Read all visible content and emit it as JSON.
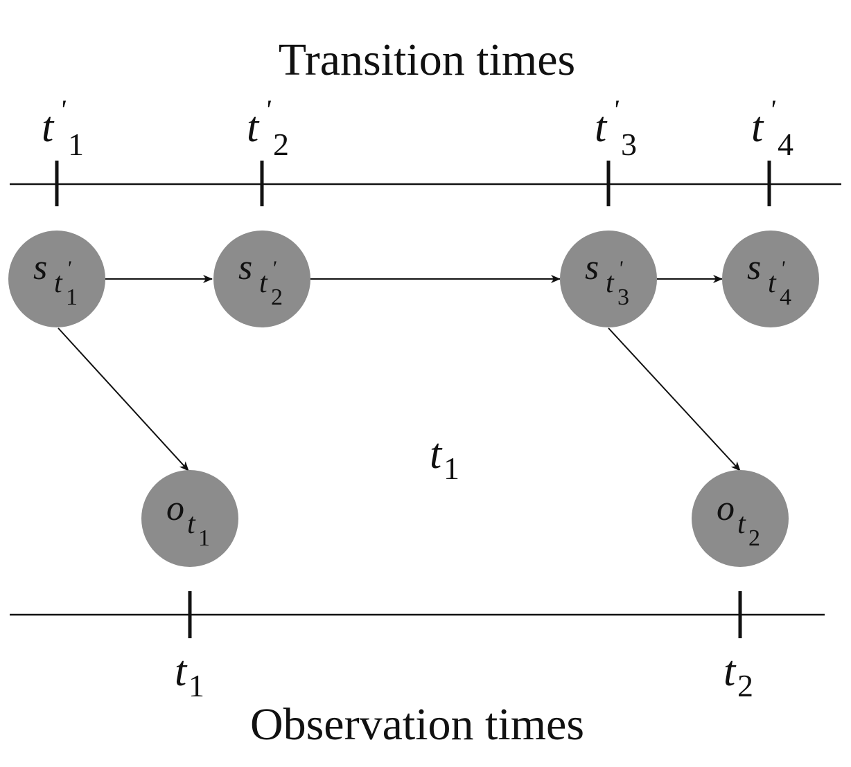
{
  "top_title": "Transition times",
  "bottom_title": "Observation times",
  "mid_label": {
    "t": "t",
    "index": "1"
  },
  "transition_ticks": [
    {
      "t": "t",
      "prime": "'",
      "index": "1"
    },
    {
      "t": "t",
      "prime": "'",
      "index": "2"
    },
    {
      "t": "t",
      "prime": "'",
      "index": "3"
    },
    {
      "t": "t",
      "prime": "'",
      "index": "4"
    }
  ],
  "observation_ticks": [
    {
      "t": "t",
      "index": "1"
    },
    {
      "t": "t",
      "index": "2"
    }
  ],
  "state_nodes": [
    {
      "main": "s",
      "t": "t",
      "prime": "'",
      "index": "1"
    },
    {
      "main": "s",
      "t": "t",
      "prime": "'",
      "index": "2"
    },
    {
      "main": "s",
      "t": "t",
      "prime": "'",
      "index": "3"
    },
    {
      "main": "s",
      "t": "t",
      "prime": "'",
      "index": "4"
    }
  ],
  "observation_nodes": [
    {
      "main": "o",
      "t": "t",
      "index": "1"
    },
    {
      "main": "o",
      "t": "t",
      "index": "2"
    }
  ],
  "colors": {
    "node_fill": "#8c8c8c",
    "line": "#111111"
  }
}
